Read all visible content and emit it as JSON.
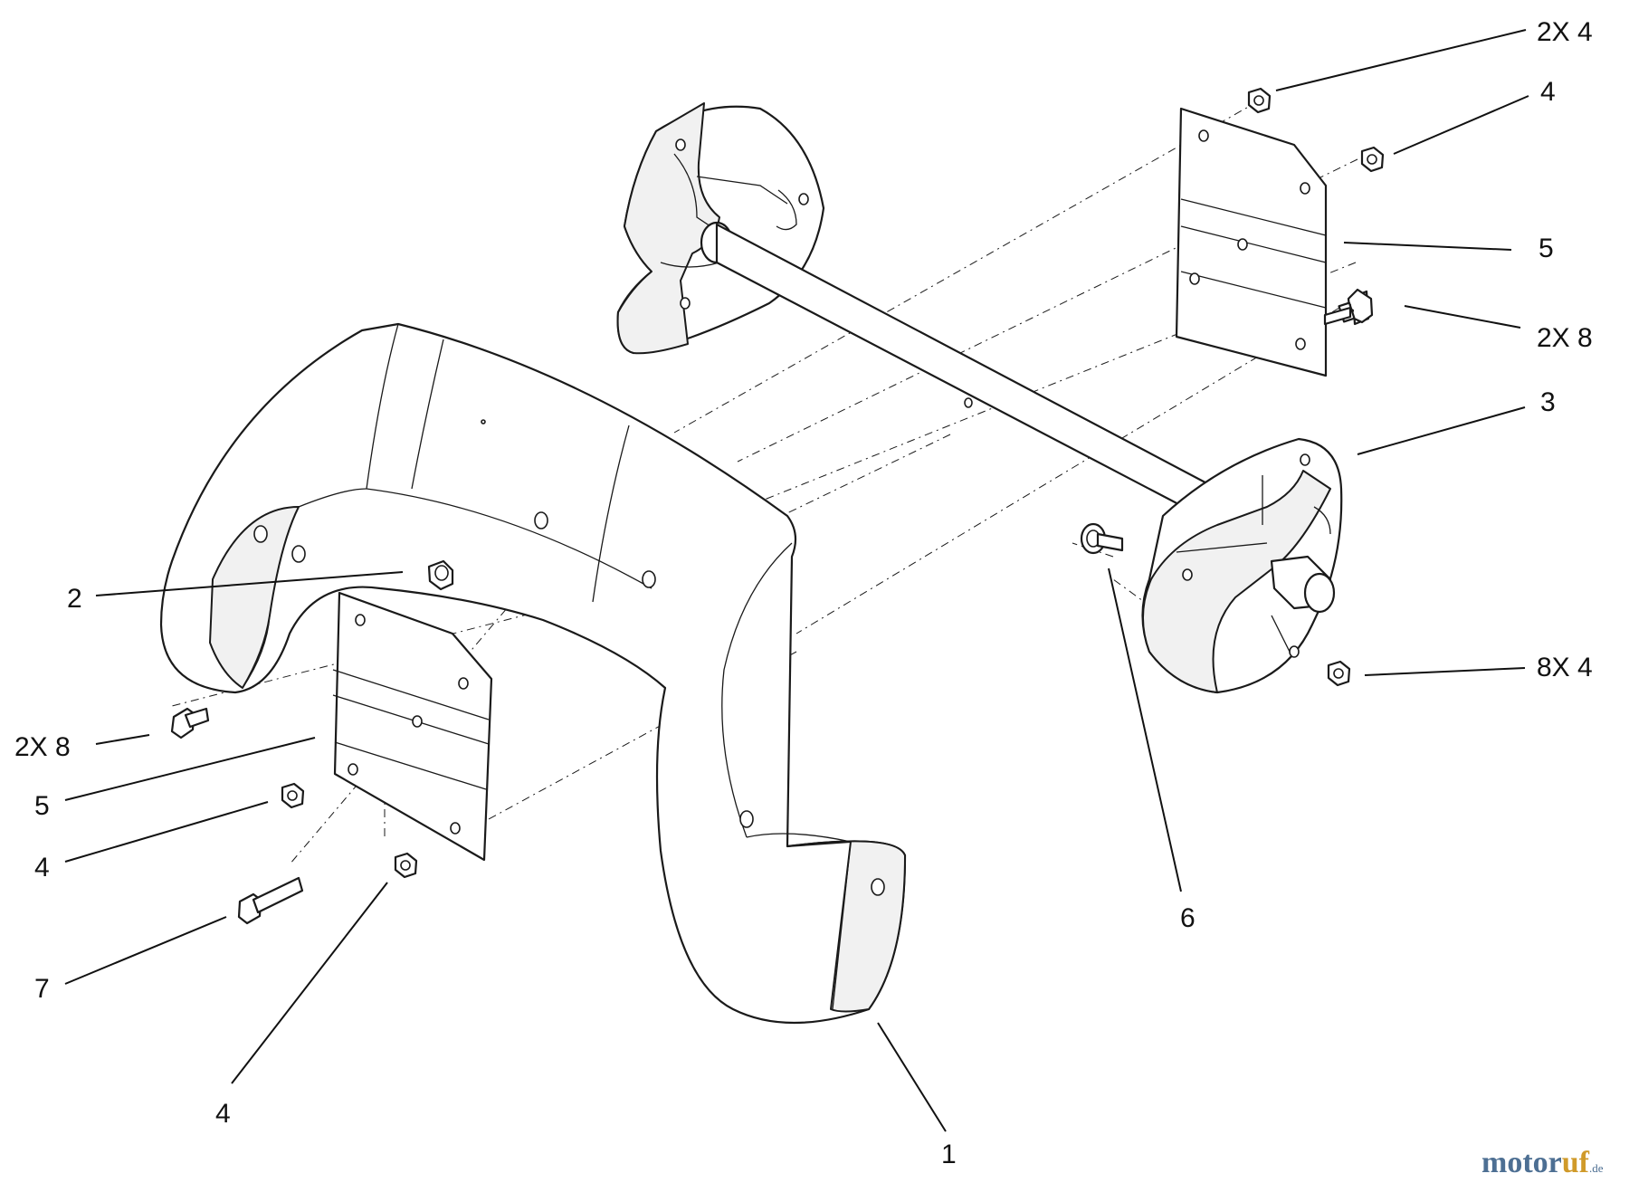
{
  "diagram": {
    "callouts": [
      {
        "label": "2X 4"
      },
      {
        "label": "4"
      },
      {
        "label": "5"
      },
      {
        "label": "2X 8"
      },
      {
        "label": "3"
      },
      {
        "label": "8X 4"
      },
      {
        "label": "6"
      },
      {
        "label": "1"
      },
      {
        "label": "2"
      },
      {
        "label": "2X 8"
      },
      {
        "label": "5"
      },
      {
        "label": "4"
      },
      {
        "label": "7"
      },
      {
        "label": "4"
      }
    ]
  },
  "watermark": {
    "text_a": "motor",
    "text_b": "uf",
    "suffix": ".de"
  }
}
